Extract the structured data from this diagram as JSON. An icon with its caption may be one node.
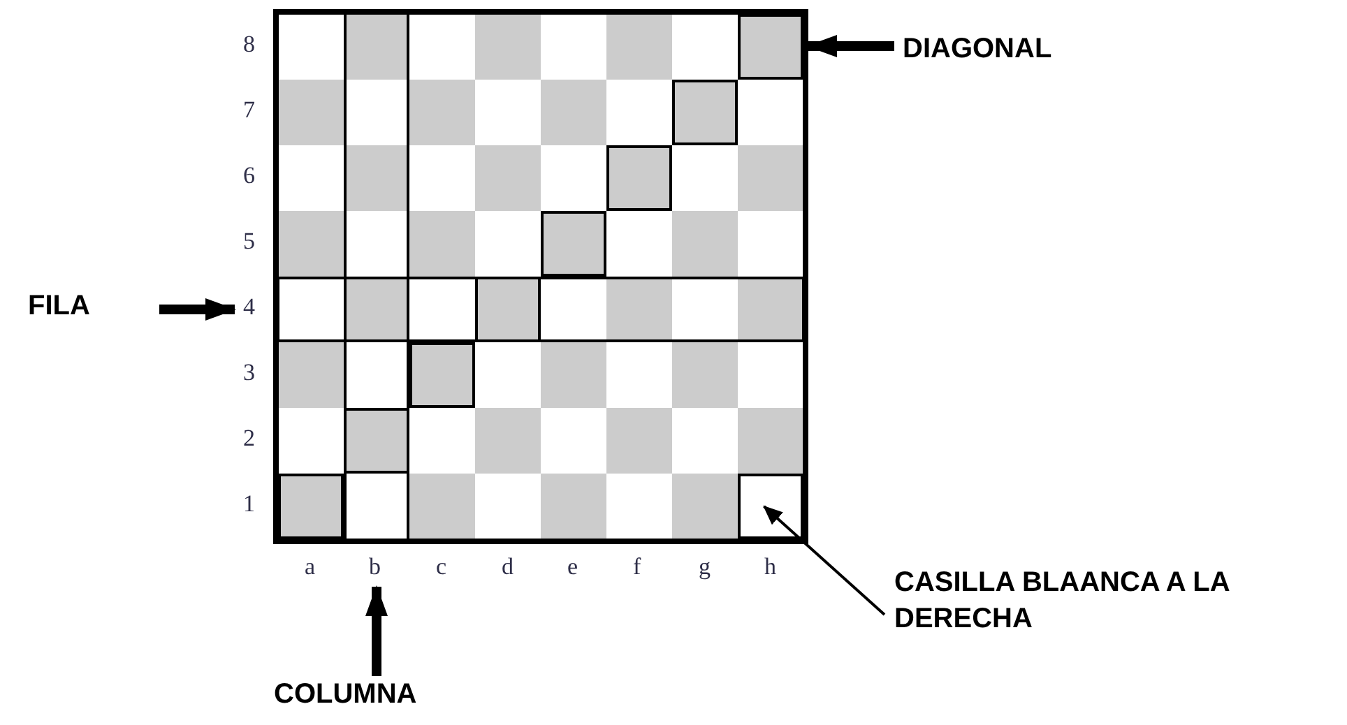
{
  "diagram": {
    "nodes": [
      {
        "text": [
          "DIAGONAL"
        ]
      },
      {
        "text": [],
        "shape": "box"
      },
      {
        "text": [
          "FILA"
        ]
      },
      {
        "text": [
          "4"
        ]
      },
      {
        "text": [
          "b"
        ]
      },
      {
        "text": [],
        "shape": "box"
      },
      {
        "text": [
          "CASILLA BLAANCA A LA DERECHA"
        ]
      },
      {
        "text": [
          "COLUMNA"
        ]
      }
    ],
    "edges": [
      {
        "from": 0,
        "to": 1,
        "arrow": "to"
      },
      {
        "from": 2,
        "to": 3,
        "arrow": "to"
      },
      {
        "from": 7,
        "to": 4,
        "arrow": "to"
      },
      {
        "from": 6,
        "to": 5,
        "arrow": "to"
      }
    ],
    "labels": [
      "8",
      "7",
      "6",
      "5",
      "3",
      "2",
      "1",
      "a",
      "c",
      "d",
      "e",
      "f",
      "g",
      "h"
    ]
  }
}
